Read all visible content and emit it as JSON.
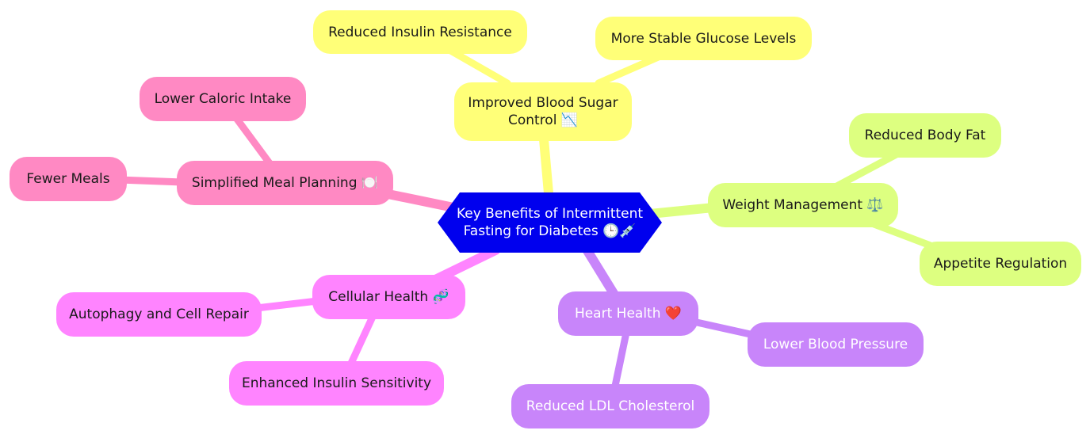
{
  "root": "Key Benefits of Intermittent\nFasting for Diabetes 🕒💉",
  "branches": {
    "blood_sugar": {
      "label": "Improved Blood Sugar\nControl 📉",
      "children": [
        "Reduced Insulin Resistance",
        "More Stable Glucose Levels"
      ],
      "color": "#ffff78"
    },
    "weight": {
      "label": "Weight Management ⚖️",
      "children": [
        "Reduced Body Fat",
        "Appetite Regulation"
      ],
      "color": "#ddff80"
    },
    "heart": {
      "label": "Heart Health ❤️",
      "children": [
        "Lower Blood Pressure",
        "Reduced LDL Cholesterol"
      ],
      "color": "#c885fa"
    },
    "cellular": {
      "label": "Cellular Health 🧬",
      "children": [
        "Autophagy and Cell Repair",
        "Enhanced Insulin Sensitivity"
      ],
      "color": "#ff84ff"
    },
    "meal": {
      "label": "Simplified Meal Planning 🍽️",
      "children": [
        "Lower Caloric Intake",
        "Fewer Meals"
      ],
      "color": "#ff89c3"
    }
  },
  "root_color": "#0000ee"
}
